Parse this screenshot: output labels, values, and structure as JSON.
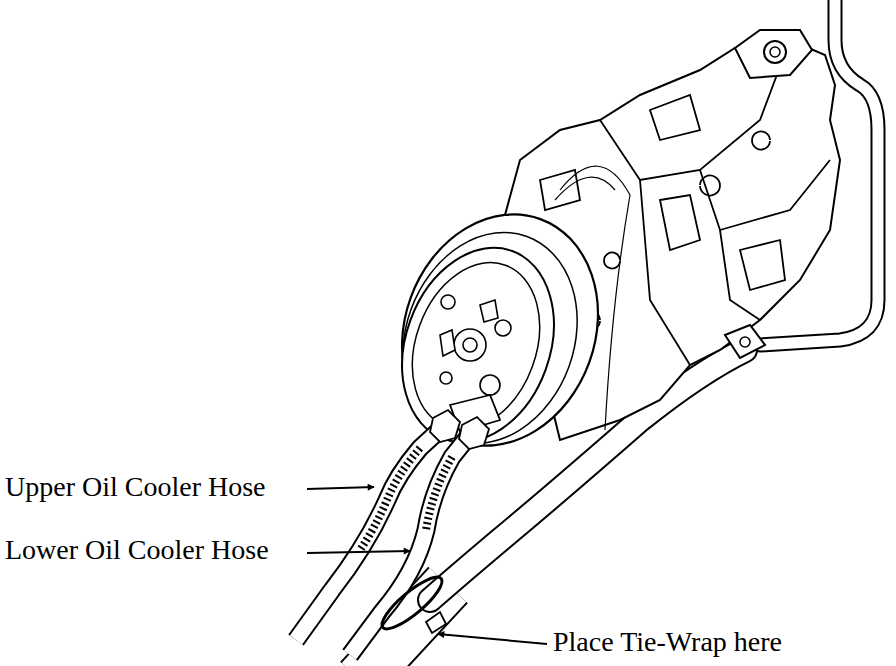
{
  "diagram": {
    "labels": [
      "Upper Oil Cooler Hose",
      "Lower Oil Cooler Hose",
      "Place Tie-Wrap here"
    ]
  }
}
